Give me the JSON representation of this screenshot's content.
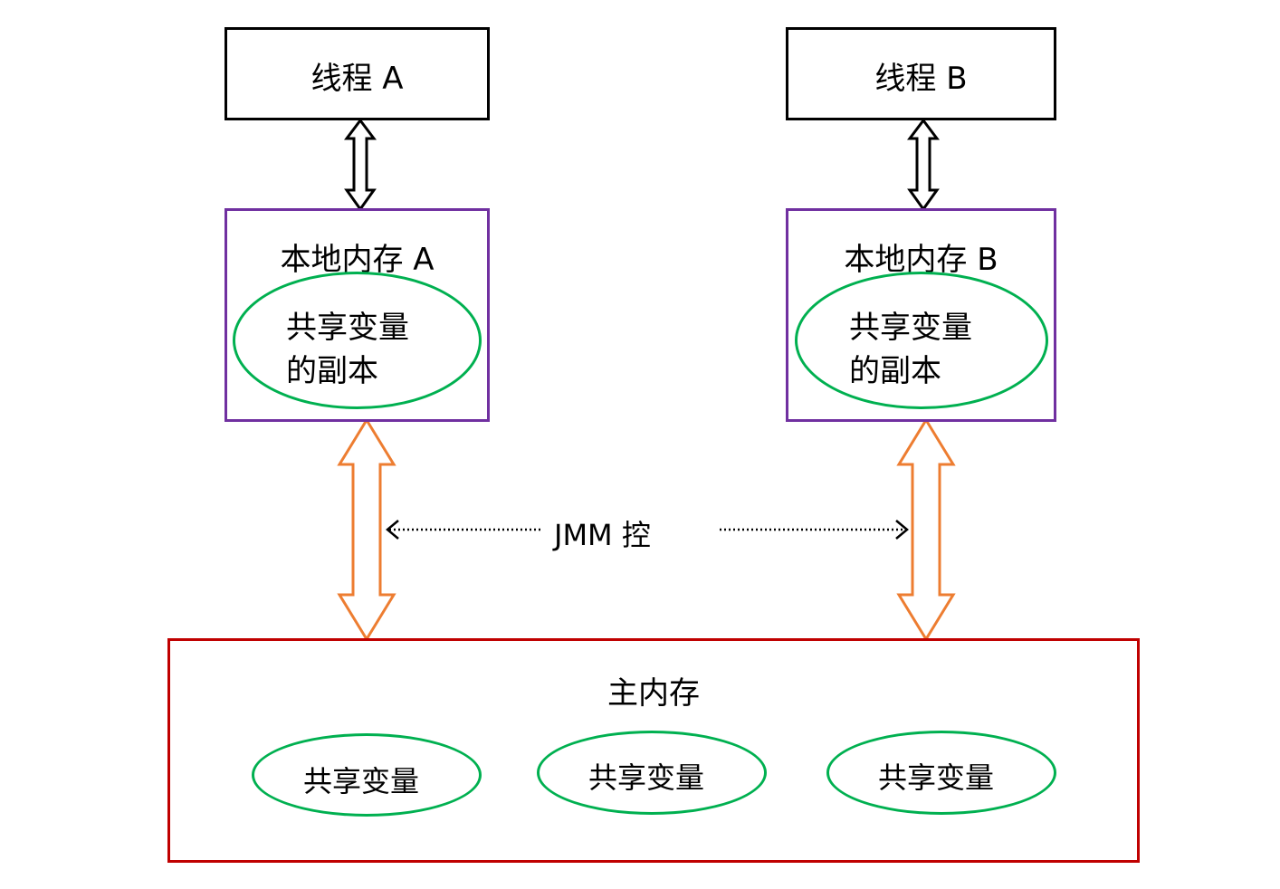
{
  "thread_a": {
    "label": "线程 A"
  },
  "thread_b": {
    "label": "线程 B"
  },
  "local_a": {
    "title": "本地内存 A",
    "copy_line1": "共享变量",
    "copy_line2": "的副本"
  },
  "local_b": {
    "title": "本地内存 B",
    "copy_line1": "共享变量",
    "copy_line2": "的副本"
  },
  "jmm": {
    "label": "JMM 控"
  },
  "main_memory": {
    "title": "主内存",
    "variables": [
      "共享变量",
      "共享变量",
      "共享变量"
    ]
  },
  "colors": {
    "thread_border": "#000000",
    "local_border": "#7030a0",
    "main_border": "#c00000",
    "variable_border": "#00b050",
    "sync_arrow": "#ed7d31",
    "thread_arrow": "#000000"
  }
}
